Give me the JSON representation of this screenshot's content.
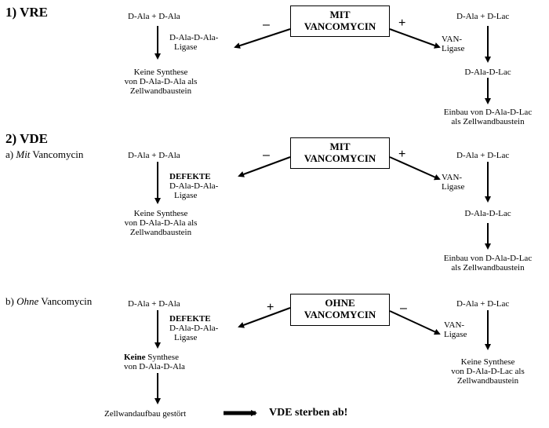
{
  "vre": {
    "title": "1) VRE",
    "left": {
      "substrates": "D-Ala + D-Ala",
      "enzyme_l1": "D-Ala-D-Ala-",
      "enzyme_l2": "Ligase",
      "result_l1": "Keine Synthese",
      "result_l2": "von D-Ala-D-Ala als",
      "result_l3": "Zellwandbaustein"
    },
    "box": {
      "l1": "MIT",
      "l2": "VANCOMYCIN"
    },
    "sign_left": "–",
    "sign_right": "+",
    "right": {
      "substrates": "D-Ala + D-Lac",
      "enzyme_l1": "VAN-",
      "enzyme_l2": "Ligase",
      "product": "D-Ala-D-Lac",
      "result_l1": "Einbau von D-Ala-D-Lac",
      "result_l2": "als Zellwandbaustein"
    }
  },
  "vde": {
    "title": "2) VDE",
    "a": {
      "prefix": "a) ",
      "italic": "Mit",
      "suffix": " Vancomycin",
      "left": {
        "substrates": "D-Ala + D-Ala",
        "enzyme_l1": "DEFEKTE",
        "enzyme_l2": "D-Ala-D-Ala-",
        "enzyme_l3": "Ligase",
        "result_l1": "Keine Synthese",
        "result_l2": "von D-Ala-D-Ala als",
        "result_l3": "Zellwandbaustein"
      },
      "box": {
        "l1": "MIT",
        "l2": "VANCOMYCIN"
      },
      "sign_left": "–",
      "sign_right": "+",
      "right": {
        "substrates": "D-Ala + D-Lac",
        "enzyme_l1": "VAN-",
        "enzyme_l2": "Ligase",
        "product": "D-Ala-D-Lac",
        "result_l1": "Einbau von D-Ala-D-Lac",
        "result_l2": "als Zellwandbaustein"
      }
    },
    "b": {
      "prefix": "b) ",
      "italic": "Ohne",
      "suffix": " Vancomycin",
      "left": {
        "substrates": "D-Ala + D-Ala",
        "enzyme_l1": "DEFEKTE",
        "enzyme_l2": "D-Ala-D-Ala-",
        "enzyme_l3": "Ligase",
        "result_bold": "Keine",
        "result_rest": " Synthese",
        "result_l2": "von D-Ala-D-Ala",
        "final": "Zellwandaufbau gestört",
        "conclusion": "VDE sterben ab!"
      },
      "box": {
        "l1": "OHNE",
        "l2": "VANCOMYCIN"
      },
      "sign_left": "+",
      "sign_right": "–",
      "right": {
        "substrates": "D-Ala + D-Lac",
        "enzyme_l1": "VAN-",
        "enzyme_l2": "Ligase",
        "result_l1": "Keine Synthese",
        "result_l2": "von D-Ala-D-Lac als",
        "result_l3": "Zellwandbaustein"
      }
    }
  }
}
